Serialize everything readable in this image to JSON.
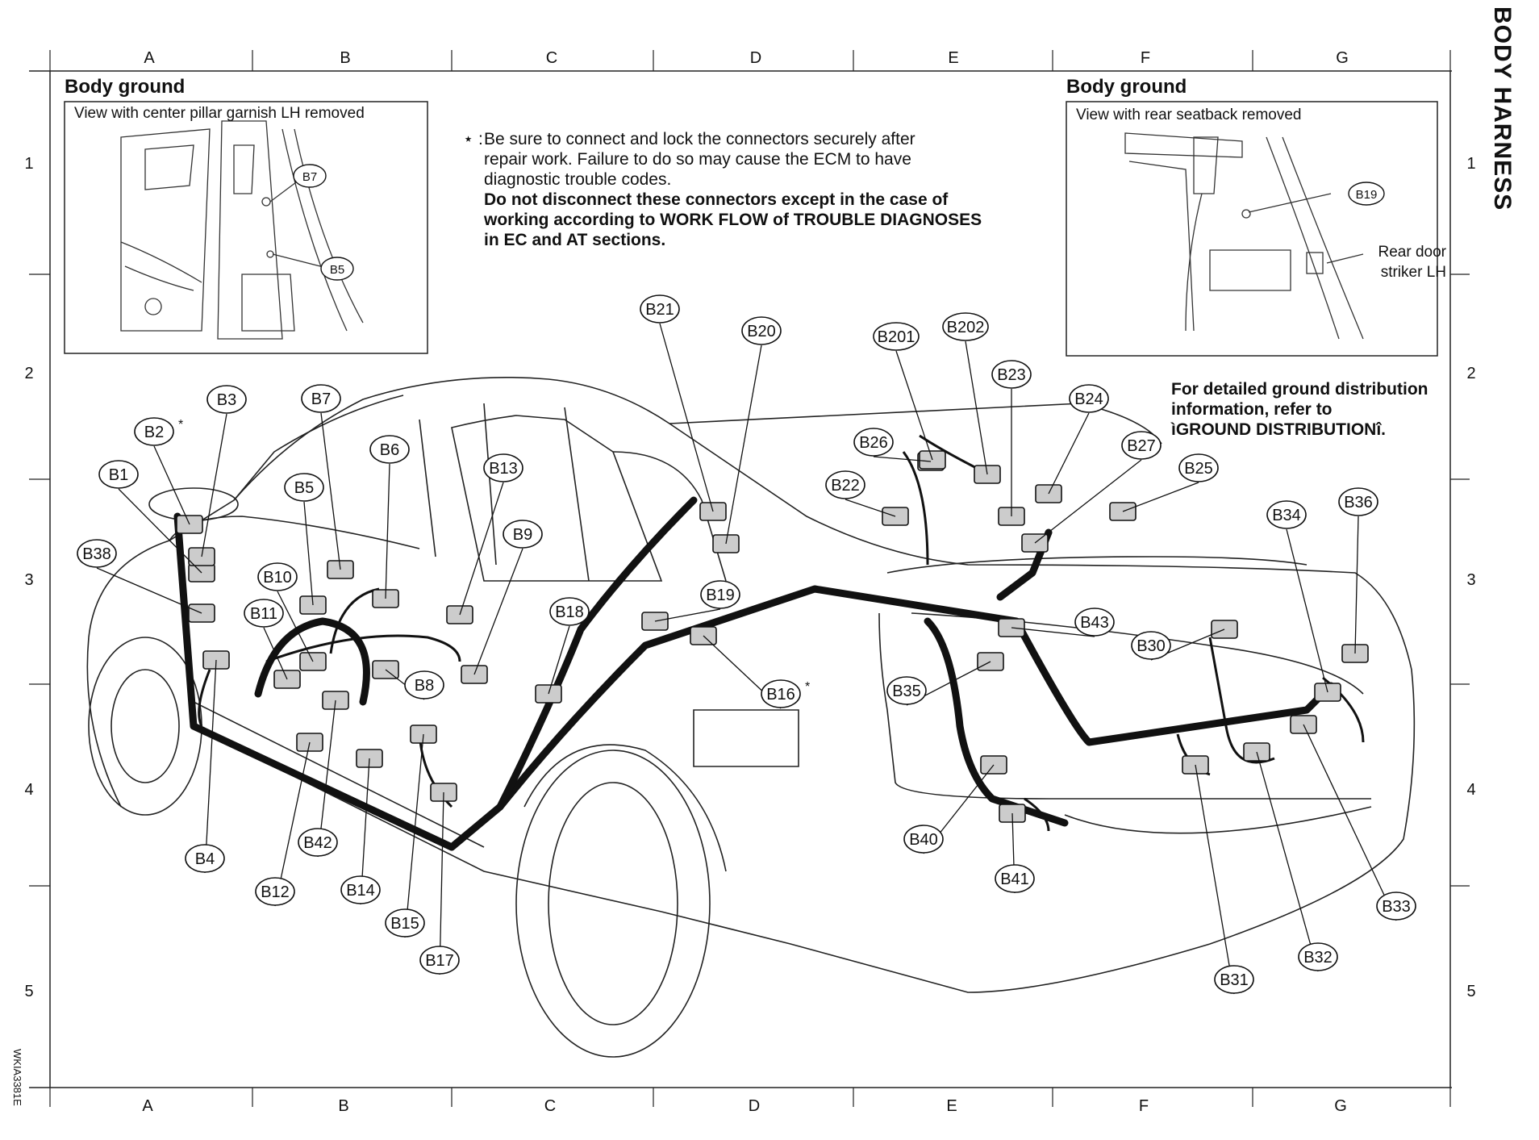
{
  "side_title": "BODY HARNESS",
  "figure_code": "WKIA3381E",
  "grid": {
    "columns": [
      "A",
      "B",
      "C",
      "D",
      "E",
      "F",
      "G"
    ],
    "rows": [
      "1",
      "2",
      "3",
      "4",
      "5"
    ]
  },
  "inset_left": {
    "title": "Body ground",
    "caption": "View with center pillar garnish LH removed",
    "labels": [
      "B7",
      "B5"
    ]
  },
  "inset_right": {
    "title": "Body ground",
    "caption": "View with rear seatback removed",
    "labels": [
      "B19"
    ],
    "striker_label": [
      "Rear door",
      "striker LH"
    ]
  },
  "caution": {
    "star": "⋆ :",
    "line1": "Be sure to connect and lock the connectors securely after",
    "line2": "repair work. Failure to do so may cause the ECM to have",
    "line3": "diagnostic trouble codes.",
    "line4": "Do not disconnect these connectors except in the case of",
    "line5": "working according to WORK FLOW of TROUBLE DIAGNOSES",
    "line6": "in EC and AT sections."
  },
  "refer_note": {
    "line1": "For detailed ground distribution",
    "line2": "information, refer to",
    "line3": "ìGROUND DISTRIBUTIONî."
  },
  "connectors": [
    "B1",
    "B2",
    "B3",
    "B4",
    "B5",
    "B6",
    "B7",
    "B8",
    "B9",
    "B10",
    "B11",
    "B12",
    "B13",
    "B14",
    "B15",
    "B16",
    "B17",
    "B18",
    "B19",
    "B20",
    "B21",
    "B22",
    "B23",
    "B24",
    "B25",
    "B26",
    "B27",
    "B30",
    "B31",
    "B32",
    "B33",
    "B34",
    "B35",
    "B36",
    "B38",
    "B40",
    "B41",
    "B42",
    "B43",
    "B201",
    "B202"
  ],
  "starred": [
    "B2",
    "B16"
  ]
}
